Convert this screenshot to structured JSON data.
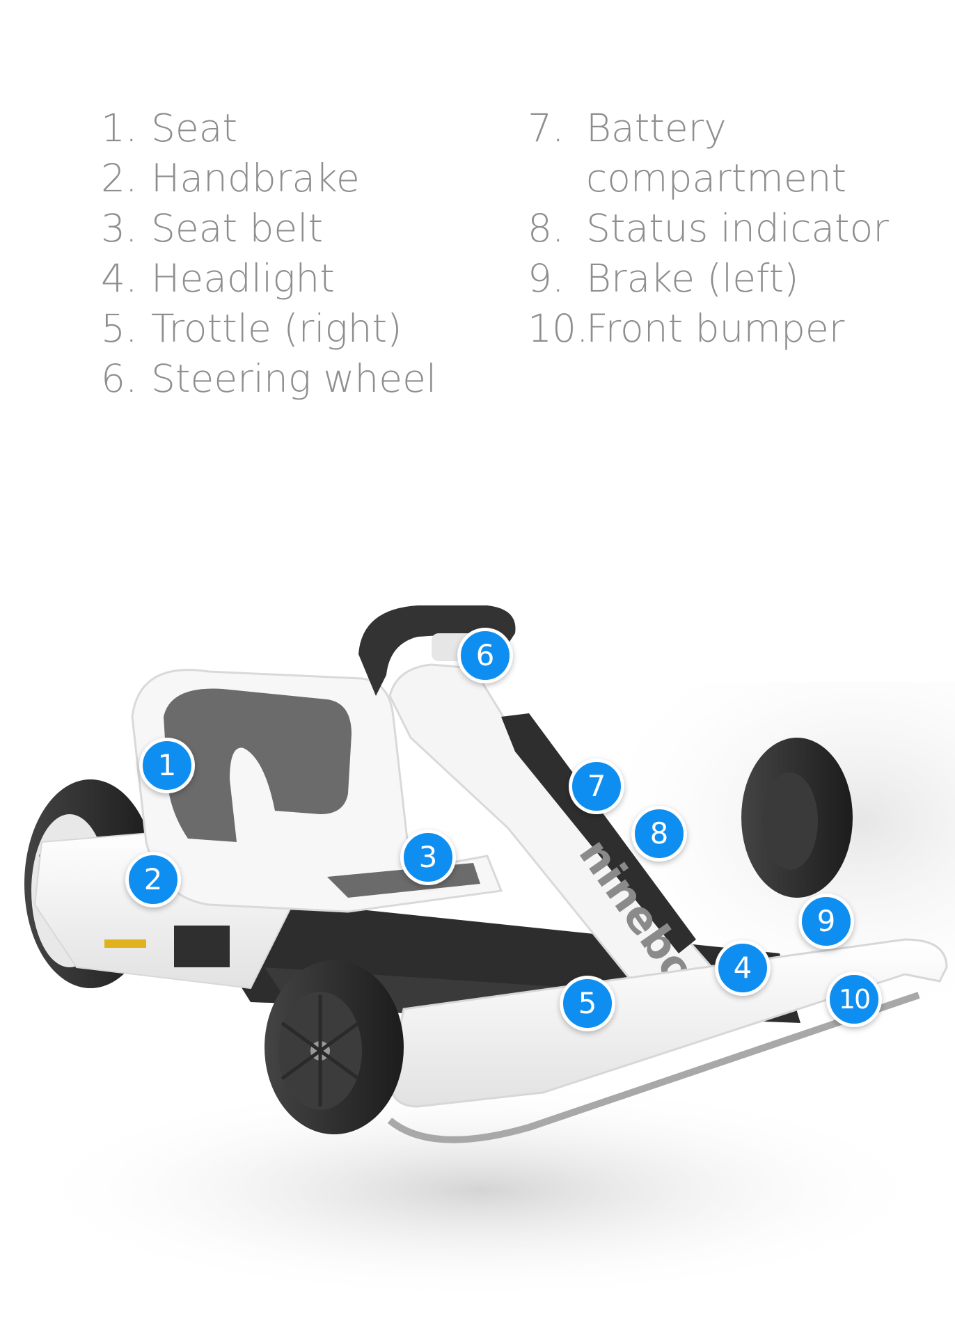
{
  "parts": {
    "left": [
      {
        "num": "1.",
        "name": "Seat"
      },
      {
        "num": "2.",
        "name": "Handbrake"
      },
      {
        "num": "3.",
        "name": "Seat belt"
      },
      {
        "num": "4.",
        "name": "Headlight"
      },
      {
        "num": "5.",
        "name": "Trottle (right)"
      },
      {
        "num": "6.",
        "name": "Steering wheel"
      }
    ],
    "right": [
      {
        "num": "7.",
        "name": "Battery compartment"
      },
      {
        "num": "8.",
        "name": "Status indicator"
      },
      {
        "num": "9.",
        "name": "Brake (left)"
      },
      {
        "num": "10.",
        "name": "Front bumper"
      }
    ]
  },
  "callouts": [
    "1",
    "2",
    "3",
    "4",
    "5",
    "6",
    "7",
    "8",
    "9",
    "10"
  ],
  "brand_text": "ninebot",
  "colors": {
    "list_text": "#8e8e8e",
    "callout_fill": "#0e8ef0",
    "callout_border": "#ffffff",
    "kart_body": "#f4f4f4",
    "seat_pad": "#6b6b6b",
    "tire": "#2a2a2a"
  }
}
